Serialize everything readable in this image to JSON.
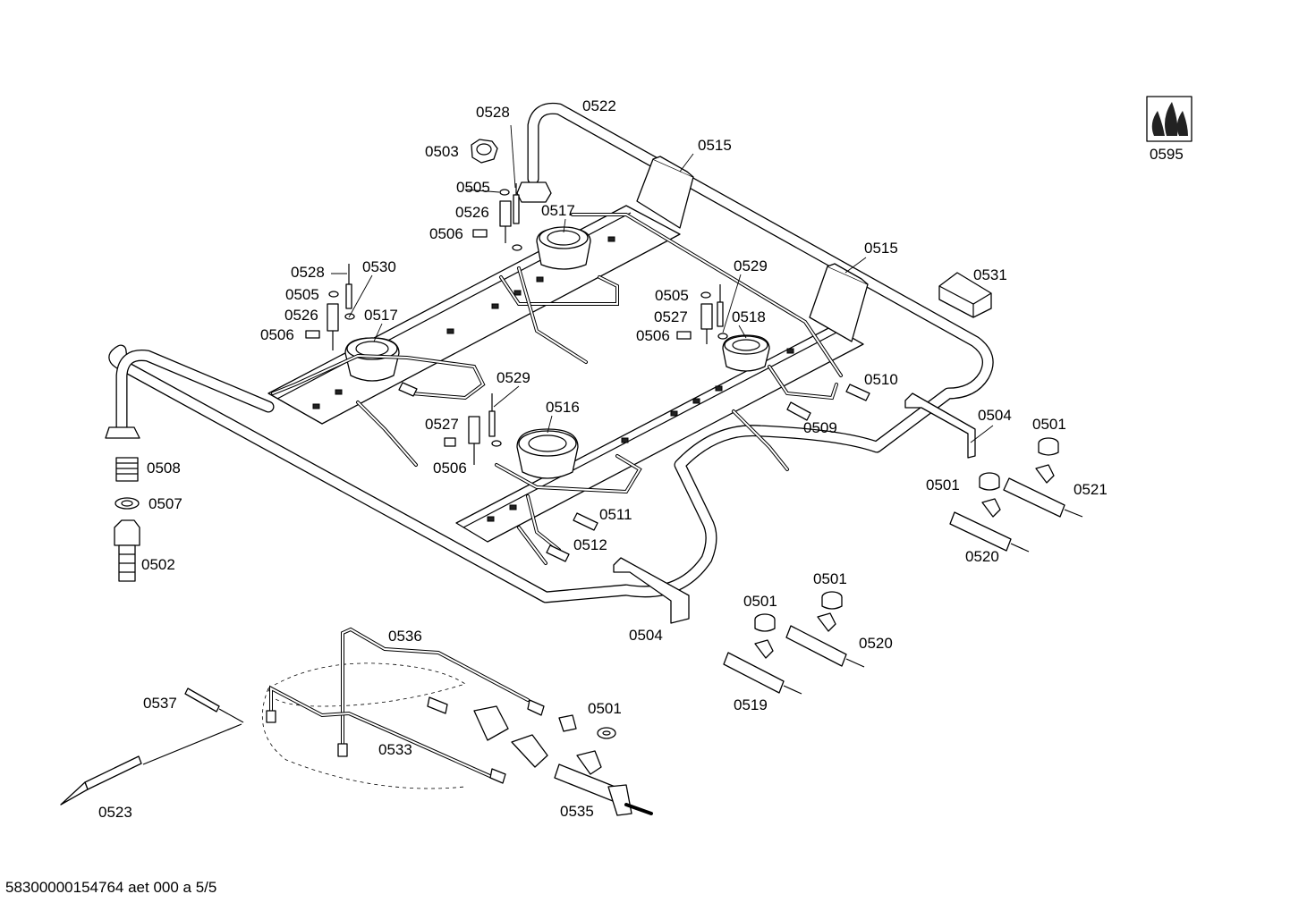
{
  "labels": {
    "l0522": "0522",
    "l0528a": "0528",
    "l0503": "0503",
    "l0515a": "0515",
    "l0505a": "0505",
    "l0526a": "0526",
    "l0517a": "0517",
    "l0506a": "0506",
    "l0528b": "0528",
    "l0530": "0530",
    "l0505b": "0505",
    "l0526b": "0526",
    "l0517b": "0517",
    "l0506b": "0506",
    "l0515b": "0515",
    "l0531": "0531",
    "l0529a": "0529",
    "l0505c": "0505",
    "l0527a": "0527",
    "l0518": "0518",
    "l0506c": "0506",
    "l0510": "0510",
    "l0529b": "0529",
    "l0516": "0516",
    "l0527b": "0527",
    "l0506d": "0506",
    "l0509": "0509",
    "l0504a": "0504",
    "l0501a": "0501",
    "l0501b": "0501",
    "l0521": "0521",
    "l0520a": "0520",
    "l0508": "0508",
    "l0507": "0507",
    "l0502": "0502",
    "l0511": "0511",
    "l0512": "0512",
    "l0504b": "0504",
    "l0501c": "0501",
    "l0501d": "0501",
    "l0520b": "0520",
    "l0519": "0519",
    "l0536": "0536",
    "l0537": "0537",
    "l0533": "0533",
    "l0501e": "0501",
    "l0535": "0535",
    "l0523": "0523",
    "l0595": "0595"
  },
  "footer": "58300000154764 aet 000 a 5/5",
  "icons": [
    "gas-flame-symbol-icon"
  ]
}
